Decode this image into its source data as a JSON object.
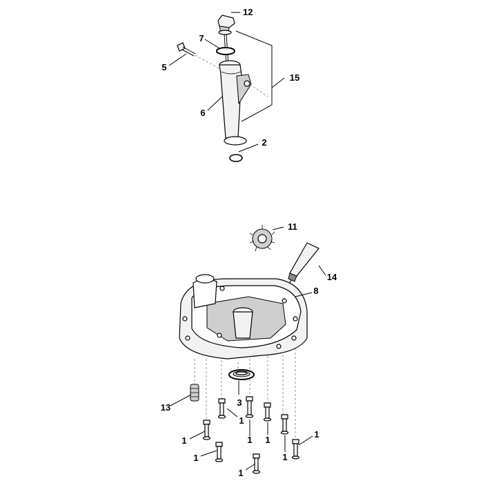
{
  "callouts": {
    "c12": "12",
    "c7": "7",
    "c5": "5",
    "c15": "15",
    "c6": "6",
    "c2": "2",
    "c11": "11",
    "c14": "14",
    "c8": "8",
    "c3": "3",
    "c13": "13",
    "c1a": "1",
    "c1b": "1",
    "c1c": "1",
    "c1d": "1",
    "c1e": "1",
    "c1f": "1",
    "c1g": "1",
    "c1h": "1"
  }
}
